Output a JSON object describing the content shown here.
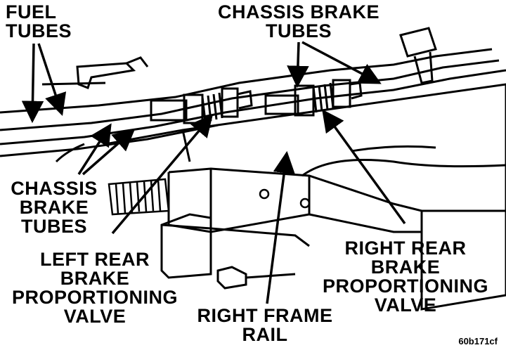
{
  "labels": {
    "fuel_tubes": [
      "FUEL",
      "TUBES"
    ],
    "chassis_brake_tubes_top": [
      "CHASSIS BRAKE",
      "TUBES"
    ],
    "chassis_brake_tubes_left": [
      "CHASSIS",
      "BRAKE",
      "TUBES"
    ],
    "left_rear_valve": [
      "LEFT REAR",
      "BRAKE",
      "PROPORTIONING",
      "VALVE"
    ],
    "right_rear_valve": [
      "RIGHT REAR",
      "BRAKE",
      "PROPORTIONING",
      "VALVE"
    ],
    "right_frame_rail": [
      "RIGHT FRAME",
      "RAIL"
    ],
    "figure_id": "60b171cf"
  },
  "colors": {
    "ink": "#000000",
    "paper": "#ffffff"
  }
}
